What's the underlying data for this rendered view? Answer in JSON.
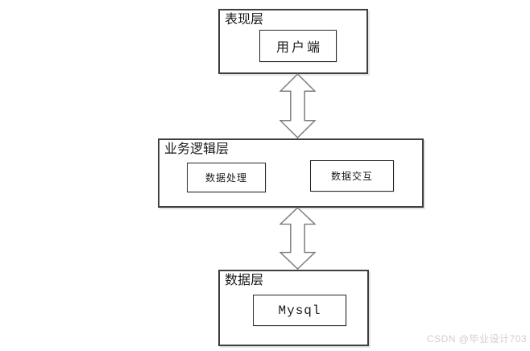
{
  "diagram": {
    "title_hint": "three-tier architecture diagram",
    "layers": [
      {
        "label": "表现层",
        "components": [
          "用户端"
        ]
      },
      {
        "label": "业务逻辑层",
        "components": [
          "数据处理",
          "数据交互"
        ]
      },
      {
        "label": "数据层",
        "components": [
          "Mysql"
        ]
      }
    ],
    "connectors": [
      {
        "from": "表现层",
        "to": "业务逻辑层",
        "type": "double-arrow"
      },
      {
        "from": "业务逻辑层",
        "to": "数据层",
        "type": "double-arrow"
      }
    ],
    "watermark": "CSDN @毕业设计703",
    "colors": {
      "background": "#ffffff",
      "layer_border": "#3f3f3f",
      "node_border": "#262626",
      "arrow_outline": "#7f7f7f",
      "arrow_fill": "#ffffff",
      "watermark_text": "#cfcfcf"
    }
  }
}
